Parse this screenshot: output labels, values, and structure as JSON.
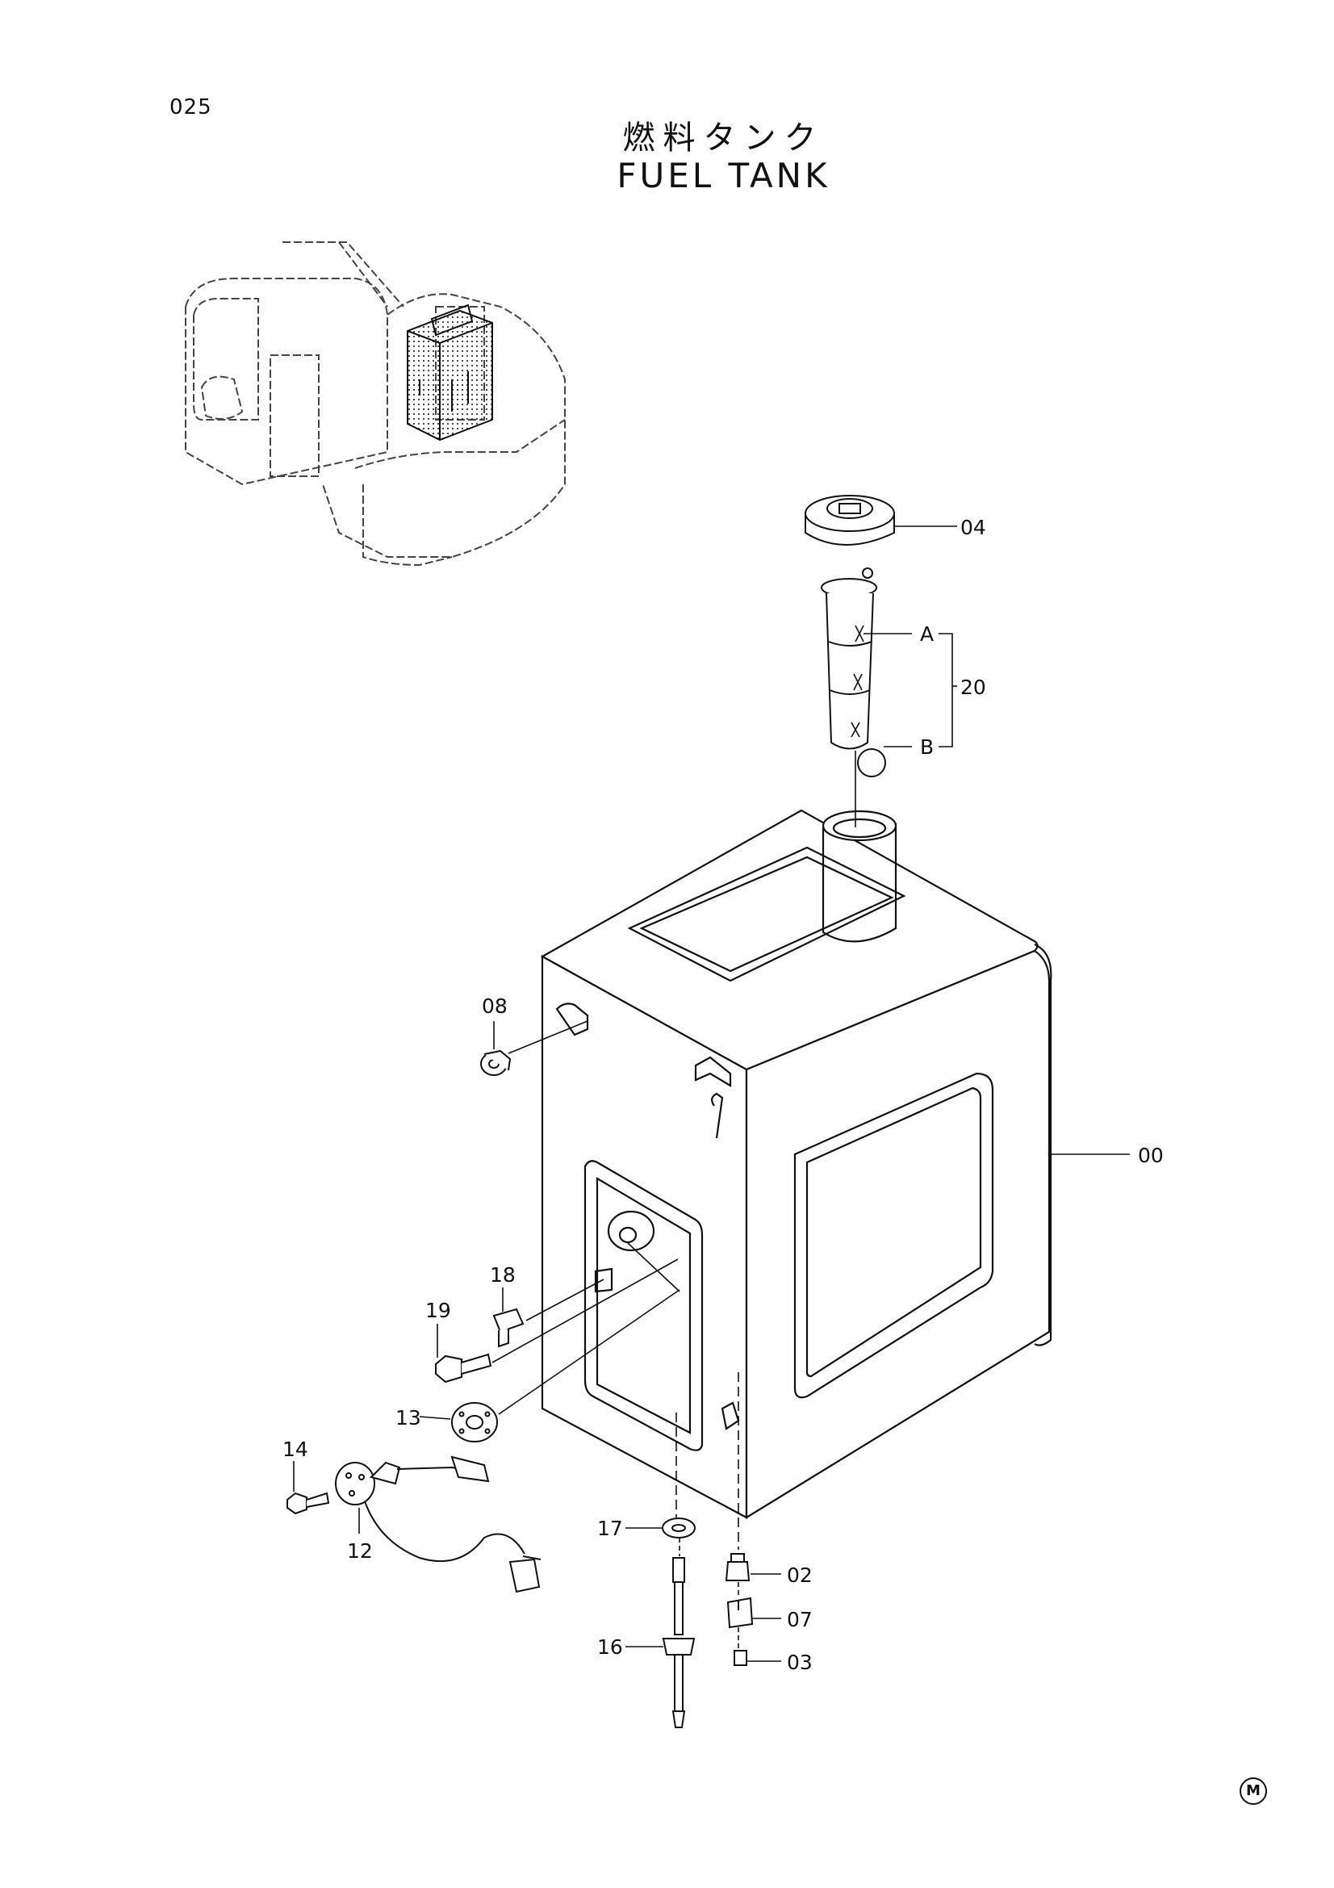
{
  "header": {
    "page_number": "025",
    "title_jp": "燃料タンク",
    "title_en": "FUEL TANK"
  },
  "callouts": {
    "p00": "00",
    "p02": "02",
    "p03": "03",
    "p04": "04",
    "p07": "07",
    "p08": "08",
    "p12": "12",
    "p13": "13",
    "p14": "14",
    "p16": "16",
    "p17": "17",
    "p18": "18",
    "p19": "19",
    "p20": "20",
    "pA": "A",
    "pB": "B"
  },
  "footer": {
    "mark": "M"
  }
}
